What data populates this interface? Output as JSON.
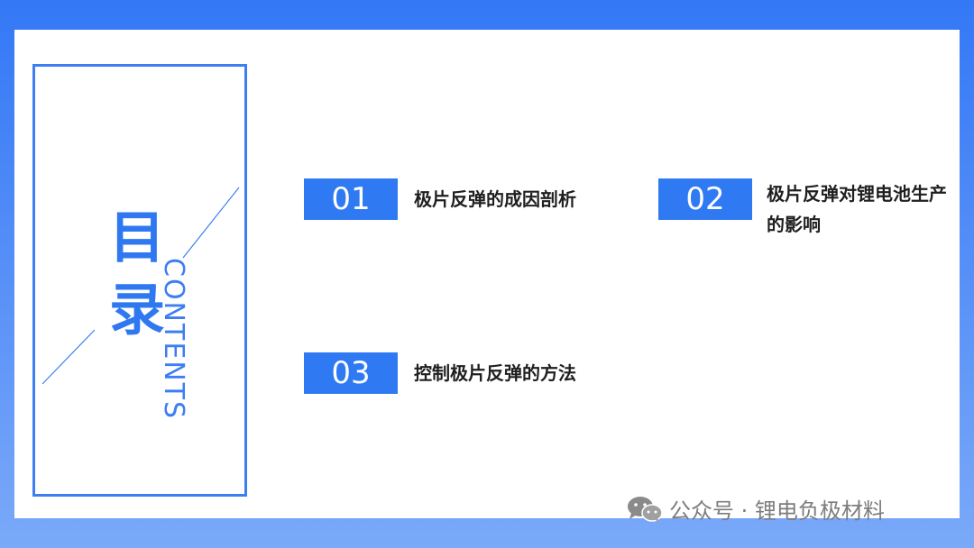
{
  "toc": {
    "title_chars": [
      "目",
      "录"
    ],
    "subtitle": "CONTENTS"
  },
  "items": [
    {
      "number": "01",
      "label": "极片反弹的成因剖析"
    },
    {
      "number": "02",
      "label": "极片反弹对锂电池生产的影响"
    },
    {
      "number": "03",
      "label": "控制极片反弹的方法"
    }
  ],
  "watermark": {
    "icon": "wechat-icon",
    "text": "公众号 · 锂电负极材料"
  },
  "colors": {
    "accent": "#2f7af3",
    "frame": "#3d7ef2",
    "background_top": "#3478f6",
    "background_bottom": "#7aa9f8",
    "label_text": "#1f1f1f",
    "watermark_text": "#7d7d7d"
  }
}
